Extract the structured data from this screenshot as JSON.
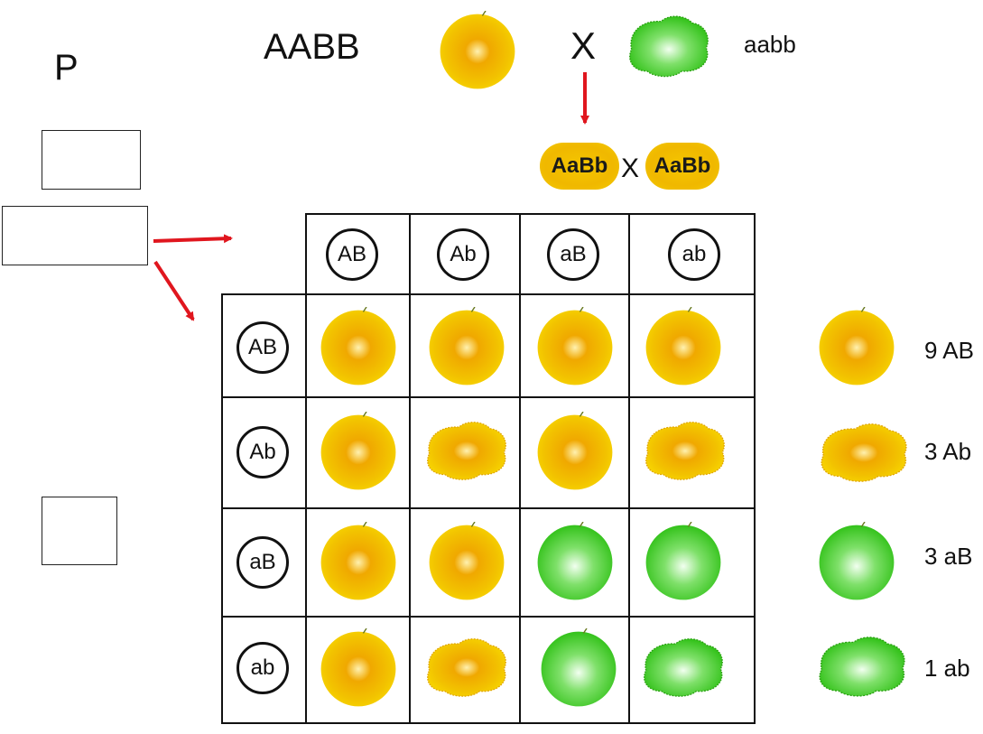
{
  "parent_row": {
    "generation_label": "P",
    "genotype_left": "AABB",
    "cross_symbol": "X",
    "genotype_right": "aabb"
  },
  "f1_cross": {
    "left": "AaBb",
    "cross_symbol": "X",
    "right": "AaBb"
  },
  "punnett": {
    "column_gametes": [
      "AB",
      "Ab",
      "aB",
      "ab"
    ],
    "row_gametes": [
      "AB",
      "Ab",
      "aB",
      "ab"
    ],
    "cells": [
      [
        "yellow-round",
        "yellow-round",
        "yellow-round",
        "yellow-round"
      ],
      [
        "yellow-round",
        "yellow-wrinkled",
        "yellow-round",
        "yellow-wrinkled"
      ],
      [
        "yellow-round",
        "yellow-round",
        "green-round",
        "green-round"
      ],
      [
        "yellow-round",
        "yellow-wrinkled",
        "green-round",
        "green-wrinkled"
      ]
    ]
  },
  "ratio": [
    {
      "phenotype": "yellow-round",
      "label": "9 AB"
    },
    {
      "phenotype": "yellow-wrinkled",
      "label": "3 Ab"
    },
    {
      "phenotype": "green-round",
      "label": "3 aB"
    },
    {
      "phenotype": "green-wrinkled",
      "label": "1 ab"
    }
  ],
  "colors": {
    "yellow": "#f2c200",
    "yellow_center": "#fff1b0",
    "orange_center": "#f0a800",
    "green": "#33c21a",
    "green_center": "#f2fff0",
    "arrow": "#e0161e"
  }
}
